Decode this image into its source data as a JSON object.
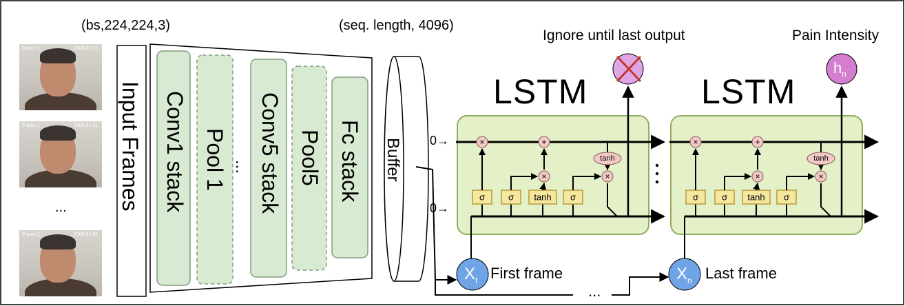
{
  "labels": {
    "input_shape": "(bs,224,224,3)",
    "seq_shape": "(seq. length, 4096)",
    "ignore": "Ignore until last output",
    "pain": "Pain Intensity",
    "frames_ellipsis": "...",
    "input_frames": "Input Frames",
    "conv1": "Conv1 stack",
    "pool1": "Pool 1",
    "cnn_ellipsis": "...",
    "conv5": "Conv5 stack",
    "pool5": "Pool5",
    "fc": "Fc stack",
    "buffer": "Buffer",
    "lstm1": "LSTM",
    "lstm2": "LSTM",
    "zero_top": "0→",
    "zero_bottom": "0→",
    "lstm_ellipsis": "...",
    "first_frame": "First frame",
    "last_frame": "Last frame",
    "bottom_ellipsis": "...",
    "xt_base": "X",
    "xt_sub": "t",
    "xn_base": "X",
    "xn_sub": "n",
    "hn_base": "h",
    "hn_sub": "n",
    "frame_ts_left": "Frame 1",
    "frame_ts_right": "2006.01.01"
  },
  "lstm_cell": {
    "gates": [
      "σ",
      "σ",
      "tanh",
      "σ"
    ],
    "ops": {
      "times": "×",
      "plus": "+",
      "tanh": "tanh"
    }
  },
  "colors": {
    "cnn_layer_fill": "#d9ead3",
    "cnn_layer_stroke": "#7f9c7f",
    "lstm_fill": "#e3f0c8",
    "lstm_stroke": "#8fae5f",
    "gate_fill": "#f6e79e",
    "gate_stroke": "#b39a3c",
    "op_fill": "#f2c9c6",
    "x_node_fill": "#6fa4e6",
    "h_node_fill": "#d47ed0",
    "ignore_node_fill": "#dfa6e6",
    "ignore_cross": "#c0392b"
  },
  "icons": [
    "face-frame-image",
    "cross-icon",
    "arrow-icon"
  ]
}
